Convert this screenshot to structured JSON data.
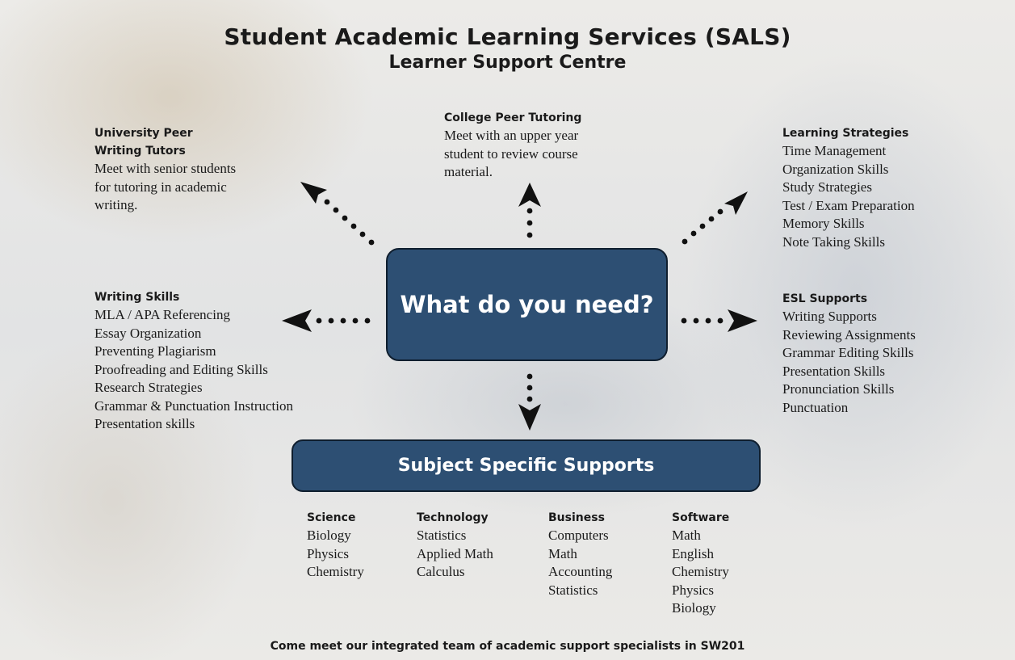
{
  "header": {
    "title": "Student Academic Learning Services (SALS)",
    "subtitle": "Learner Support Centre"
  },
  "center_label": "What do you need?",
  "nodes": {
    "university_peer_writing": {
      "heading_line1": "University Peer",
      "heading_line2": "Writing Tutors",
      "lines": [
        "Meet with senior students",
        "for tutoring in academic",
        "writing."
      ]
    },
    "college_peer_tutoring": {
      "heading": "College Peer Tutoring",
      "lines": [
        "Meet with an upper year",
        "student to review course",
        "material."
      ]
    },
    "learning_strategies": {
      "heading": "Learning Strategies",
      "items": [
        "Time Management",
        "Organization Skills",
        "Study Strategies",
        "Test / Exam Preparation",
        "Memory Skills",
        "Note Taking Skills"
      ]
    },
    "writing_skills": {
      "heading": "Writing Skills",
      "items": [
        "MLA / APA Referencing",
        "Essay Organization",
        "Preventing Plagiarism",
        "Proofreading and Editing Skills",
        "Research Strategies",
        "Grammar & Punctuation Instruction",
        "Presentation skills"
      ]
    },
    "esl_supports": {
      "heading": "ESL Supports",
      "items": [
        "Writing Supports",
        "Reviewing Assignments",
        "Grammar Editing Skills",
        "Presentation Skills",
        "Pronunciation Skills",
        "Punctuation"
      ]
    }
  },
  "subject_supports": {
    "label": "Subject Specific Supports",
    "columns": [
      {
        "heading": "Science",
        "items": [
          "Biology",
          "Physics",
          "Chemistry"
        ]
      },
      {
        "heading": "Technology",
        "items": [
          "Statistics",
          "Applied Math",
          "Calculus"
        ]
      },
      {
        "heading": "Business",
        "items": [
          "Computers",
          "Math",
          "Accounting",
          "Statistics"
        ]
      },
      {
        "heading": "Software",
        "items": [
          "Math",
          "English",
          "Chemistry",
          "Physics",
          "Biology"
        ]
      }
    ]
  },
  "footer": "Come meet our integrated team of academic support specialists in SW201"
}
